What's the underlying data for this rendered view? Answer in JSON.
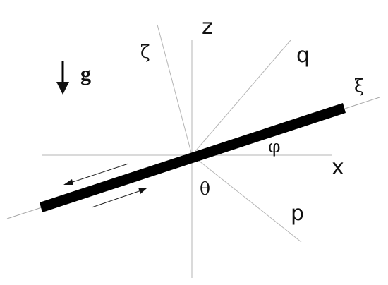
{
  "labels": {
    "z": "z",
    "x": "x",
    "q": "q",
    "p": "p",
    "zeta": "ζ",
    "xi": "ξ",
    "phi": "φ",
    "theta": "θ",
    "g": "g"
  },
  "colors": {
    "rod": "#000000",
    "axis": "#b5b5b5",
    "text": "#111111"
  }
}
